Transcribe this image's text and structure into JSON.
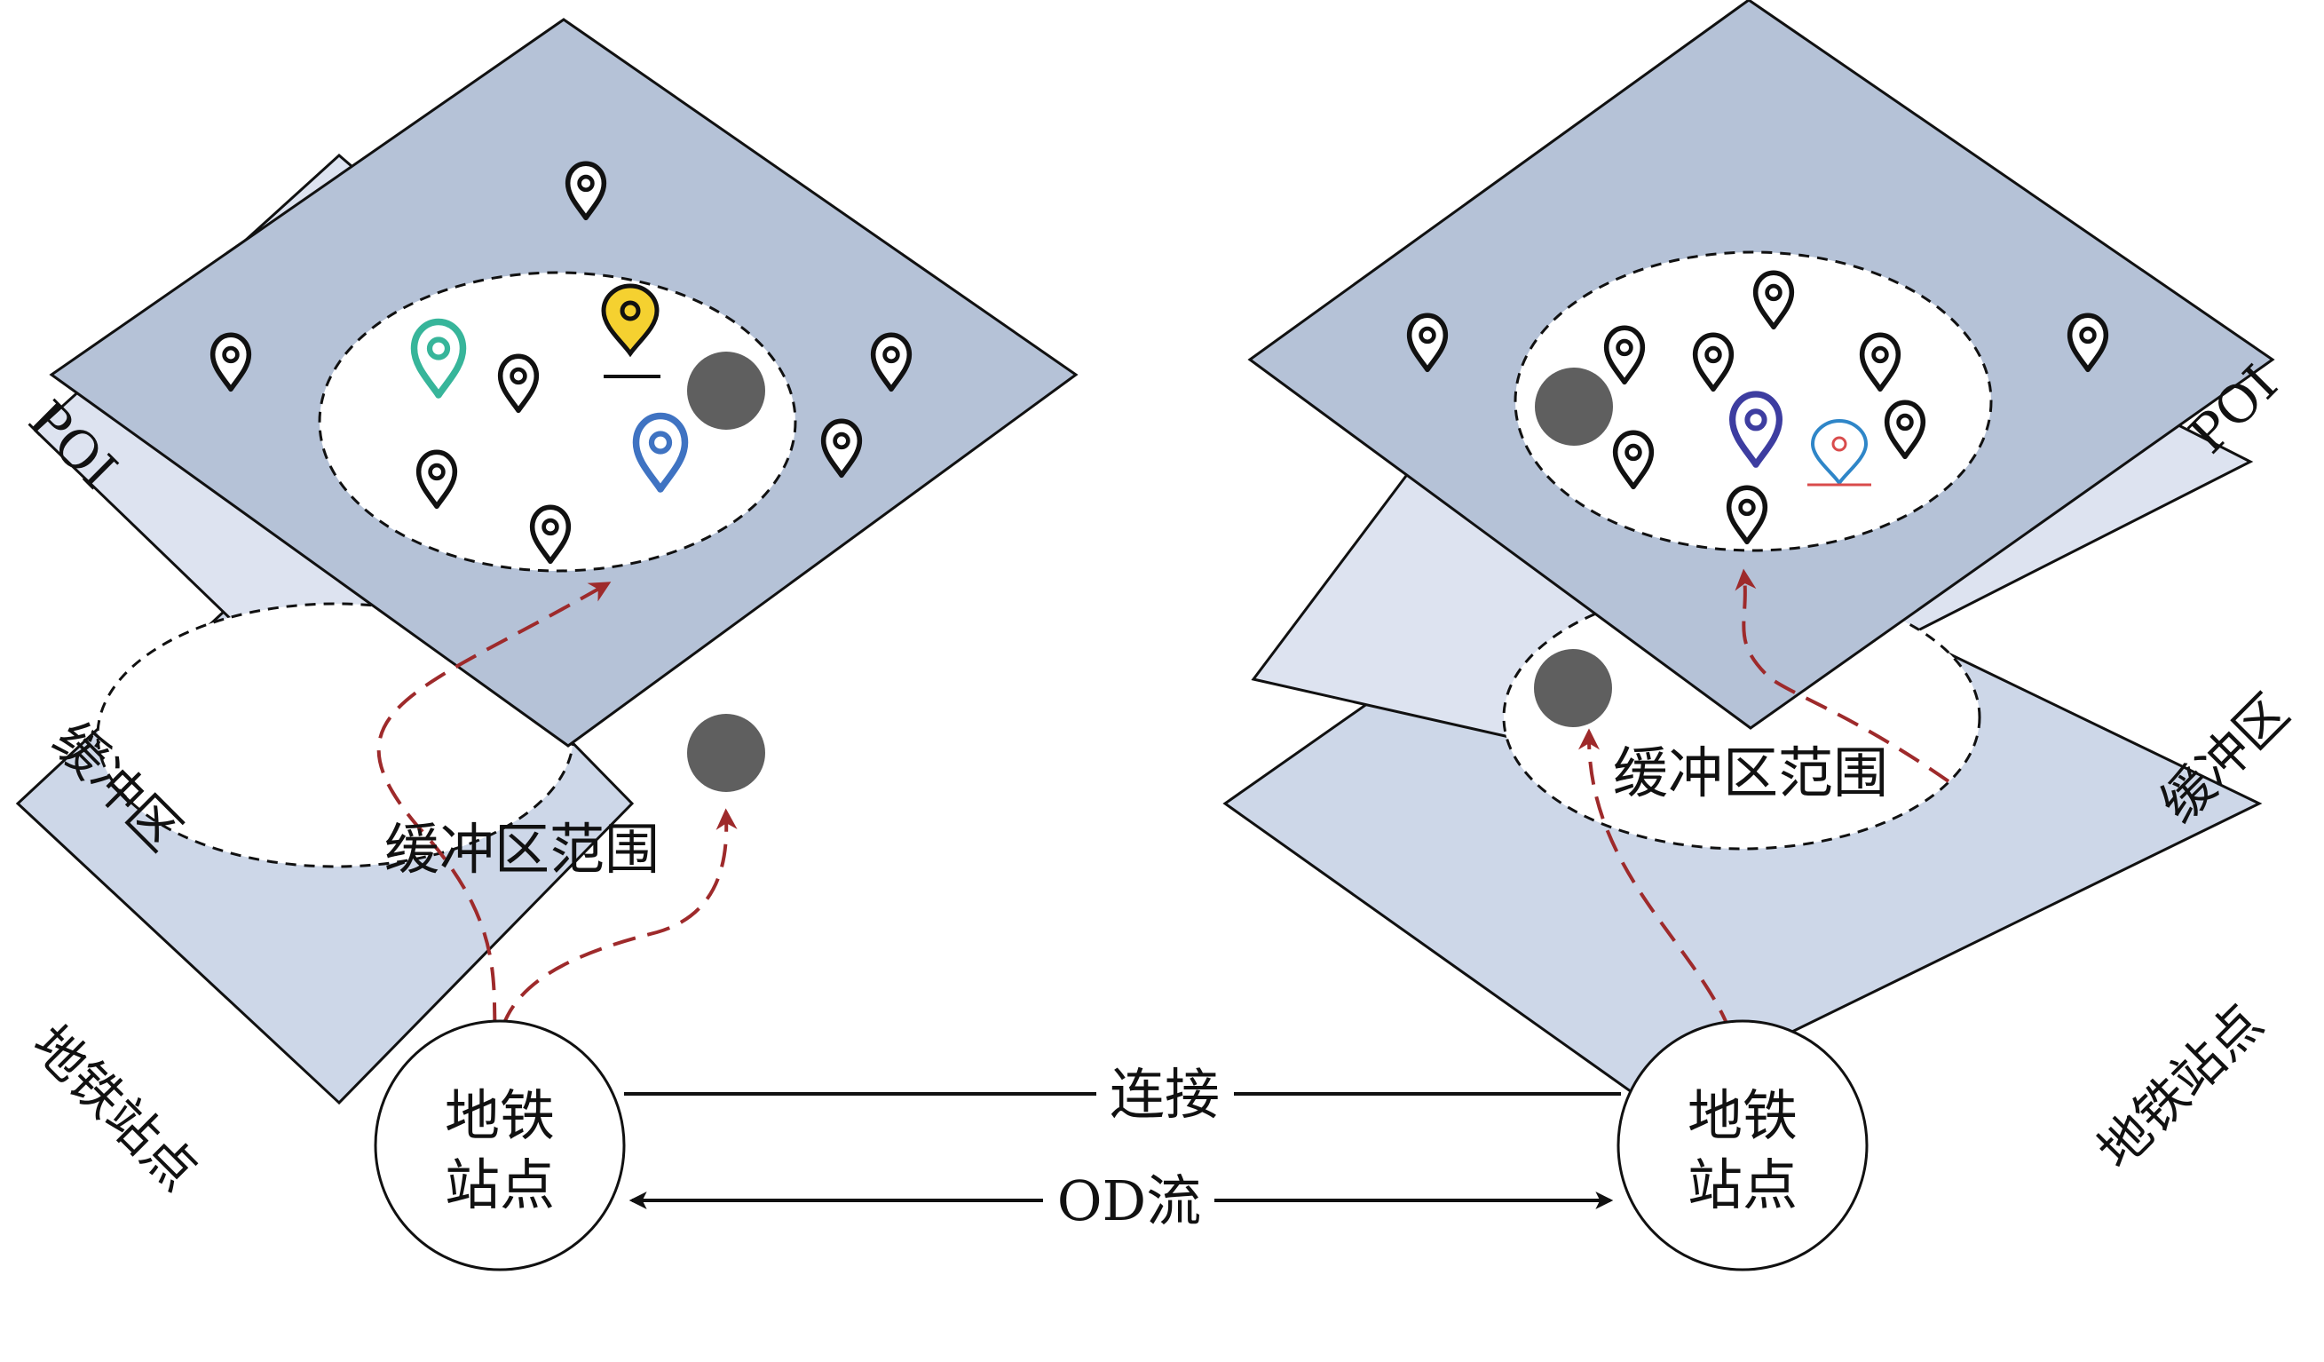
{
  "left": {
    "layer_labels": {
      "poi": "POI",
      "buffer": "缓冲区",
      "station": "地铁站点"
    },
    "buffer_label": "缓冲区范围",
    "station_label_line1": "地铁",
    "station_label_line2": "站点"
  },
  "right": {
    "layer_labels": {
      "poi": "POI",
      "buffer": "缓冲区",
      "station": "地铁站点"
    },
    "buffer_label": "缓冲区范围",
    "station_label_line1": "地铁",
    "station_label_line2": "站点"
  },
  "connections": {
    "link_label": "连接",
    "od_label": "OD流"
  },
  "colors": {
    "poi_layer": "#b5c2d7",
    "buffer_layer": "#dde3f0",
    "station_layer": "#cdd7e8",
    "flow_arrow": "#9e2a2b",
    "marker_default": "#111111",
    "marker_teal": "#37b59a",
    "marker_yellow": "#f5d130",
    "marker_blue": "#3f73c2",
    "marker_purple": "#3d3da0",
    "marker_red": "#d94c4c",
    "marker_cyan": "#2f86c8",
    "dark_circle": "#5f5f5f"
  },
  "icons": {
    "poi_marker": "map-pin-icon"
  }
}
